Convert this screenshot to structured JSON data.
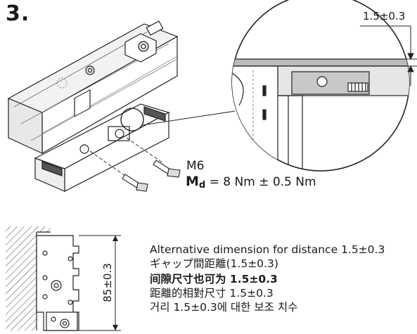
{
  "step_number": "3.",
  "top_dimension": "1.5±0.3",
  "screw": {
    "label": "M6",
    "torque_symbol": "M",
    "torque_subscript": "d",
    "torque_value": " = 8 Nm ± 0.5 Nm"
  },
  "height_dimension": "85±0.3",
  "notes": [
    "Alternative dimension for distance 1.5±0.3",
    "ギャップ間距離(1.5±0.3)",
    "间隙尺寸也可为 1.5±0.3",
    "距離的相對尺寸 1.5±0.3",
    "거리 1.5±0.3에 대한 보조 치수"
  ]
}
